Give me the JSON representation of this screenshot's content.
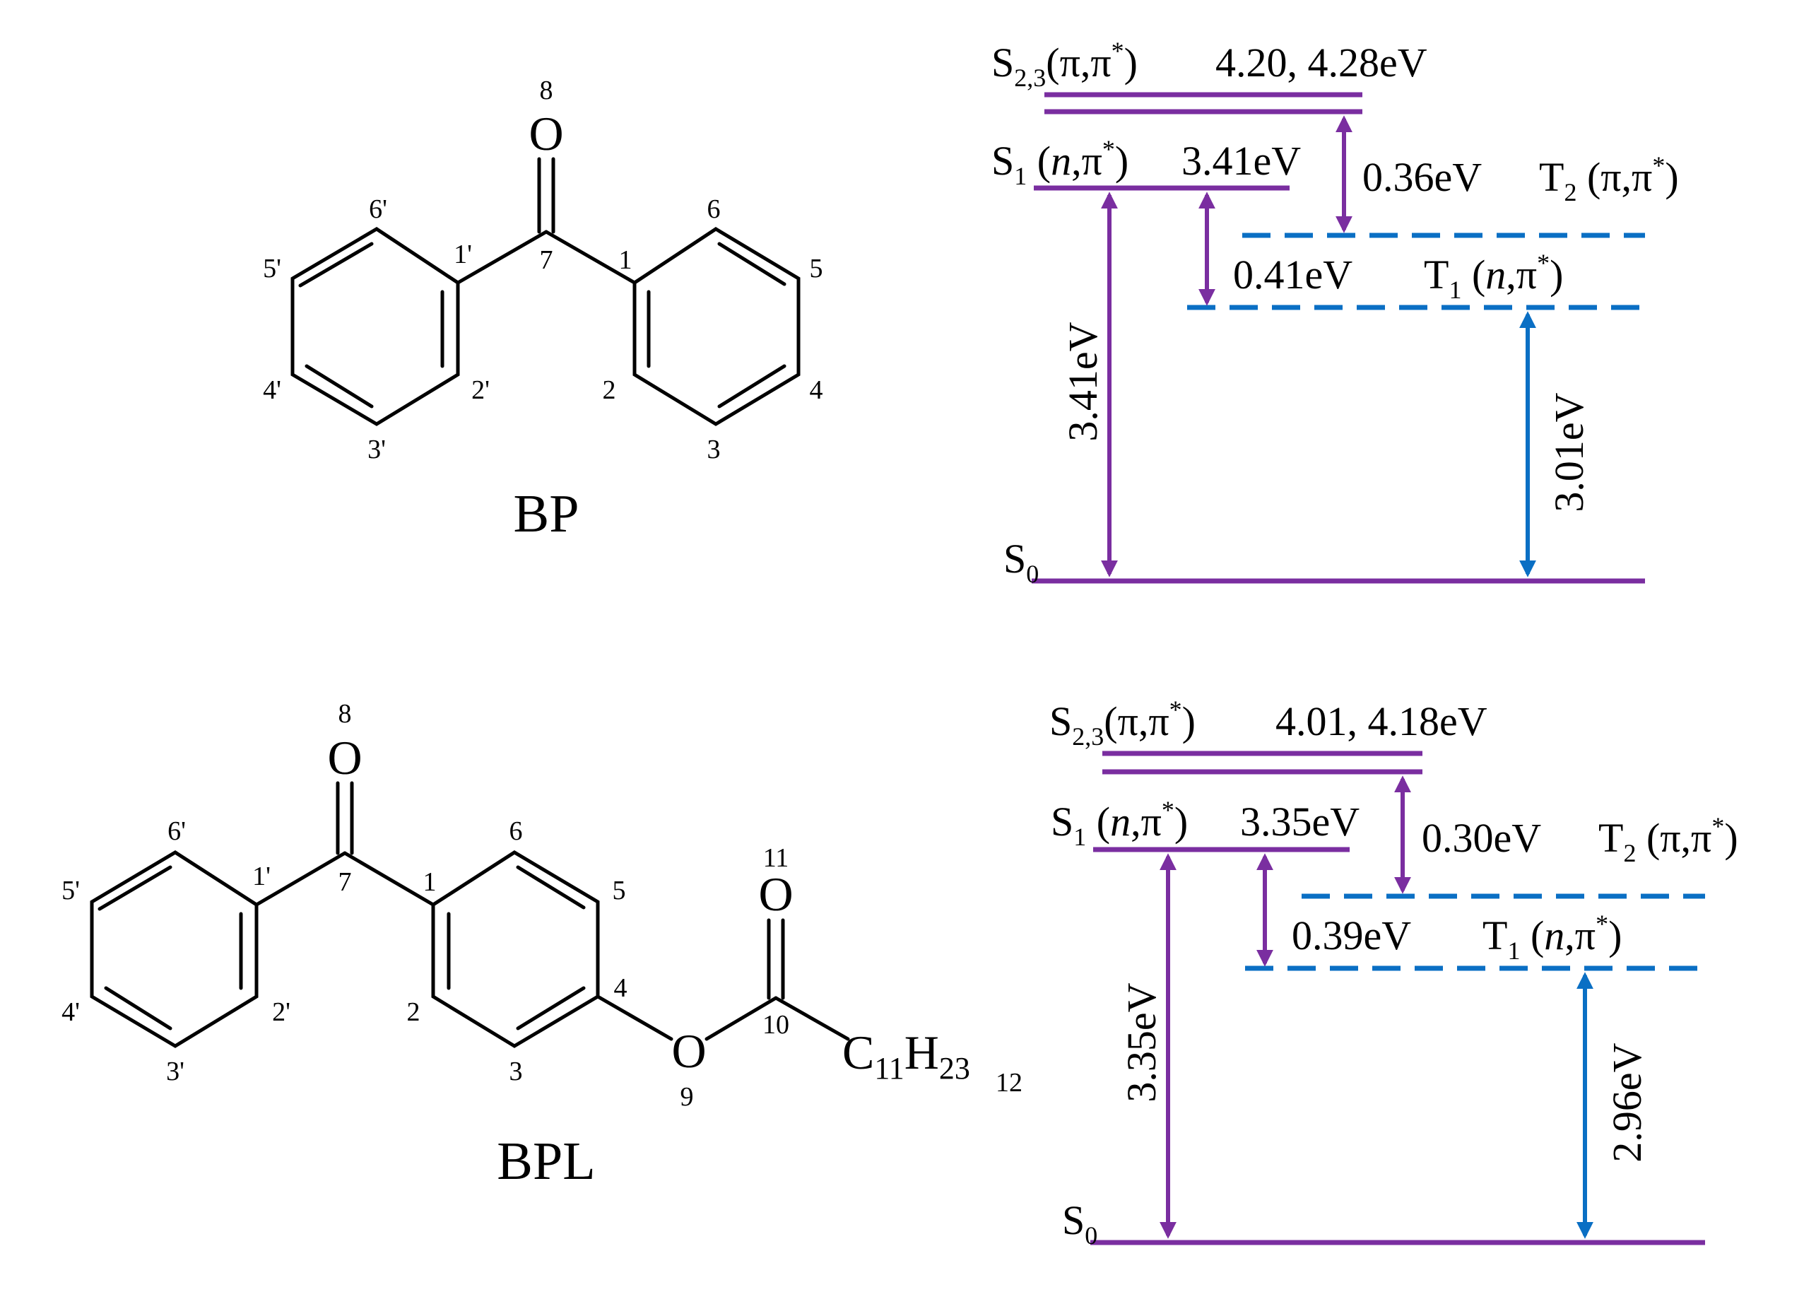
{
  "colors": {
    "singlet": "#7a2ea0",
    "triplet": "#0a6fc4",
    "structure": "#000000"
  },
  "bp": {
    "name": "BP",
    "atom_labels": {
      "a8": "8",
      "a7": "7",
      "a1": "1",
      "a2": "2",
      "a3": "3",
      "a4": "4",
      "a5": "5",
      "a6": "6",
      "a1p": "1'",
      "a2p": "2'",
      "a3p": "3'",
      "a4p": "4'",
      "a5p": "5'",
      "a6p": "6'"
    },
    "oxygen": "O"
  },
  "bpl": {
    "name": "BPL",
    "atom_labels": {
      "a8": "8",
      "a7": "7",
      "a1": "1",
      "a2": "2",
      "a3": "3",
      "a4": "4",
      "a5": "5",
      "a6": "6",
      "a9": "9",
      "a10": "10",
      "a11": "11",
      "a12": "12",
      "a1p": "1'",
      "a2p": "2'",
      "a3p": "3'",
      "a4p": "4'",
      "a5p": "5'",
      "a6p": "6'"
    },
    "oxygen": "O",
    "oxygen_ester": "O",
    "chain": {
      "c": "C",
      "c_sub": "11",
      "h": "H",
      "h_sub": "23"
    }
  },
  "diagram_bp": {
    "S23": {
      "sym": "S",
      "sub": "2,3",
      "state": "(π,π",
      "star": "*",
      "close": ")",
      "energy": "4.20, 4.28eV"
    },
    "S1": {
      "sym": "S",
      "sub": "1",
      "state_open": " (",
      "n": "n",
      "state_rest": ",π",
      "star": "*",
      "close": ")",
      "energy": "3.41eV"
    },
    "T2": {
      "sym": "T",
      "sub": "2",
      "state": " (π,π",
      "star": "*",
      "close": ")"
    },
    "T1": {
      "sym": "T",
      "sub": "1",
      "state_open": " (",
      "n": "n",
      "state_rest": ",π",
      "star": "*",
      "close": ")"
    },
    "S0": {
      "sym": "S",
      "sub": "0"
    },
    "gap_S23_T2": "0.36eV",
    "gap_S1_T1": "0.41eV",
    "trans_S1_S0": "3.41eV",
    "trans_T1_S0": "3.01eV"
  },
  "diagram_bpl": {
    "S23": {
      "sym": "S",
      "sub": "2,3",
      "state": "(π,π",
      "star": "*",
      "close": ")",
      "energy": "4.01, 4.18eV"
    },
    "S1": {
      "sym": "S",
      "sub": "1",
      "state_open": " (",
      "n": "n",
      "state_rest": ",π",
      "star": "*",
      "close": ")",
      "energy": "3.35eV"
    },
    "T2": {
      "sym": "T",
      "sub": "2",
      "state": " (π,π",
      "star": "*",
      "close": ")"
    },
    "T1": {
      "sym": "T",
      "sub": "1",
      "state_open": " (",
      "n": "n",
      "state_rest": ",π",
      "star": "*",
      "close": ")"
    },
    "S0": {
      "sym": "S",
      "sub": "0"
    },
    "gap_S23_T2": "0.30eV",
    "gap_S1_T1": "0.39eV",
    "trans_S1_S0": "3.35eV",
    "trans_T1_S0": "2.96eV"
  }
}
